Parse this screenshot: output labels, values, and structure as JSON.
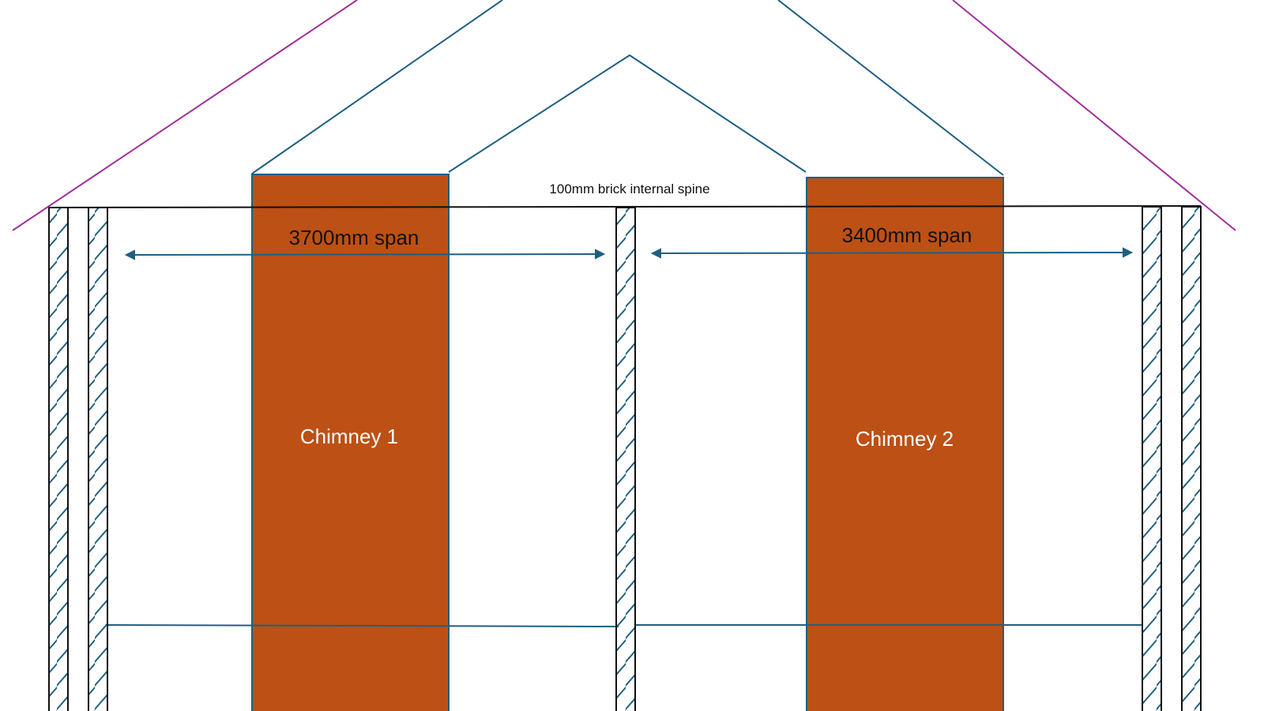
{
  "labels": {
    "spine": "100mm brick internal spine",
    "span_left": "3700mm span",
    "span_right": "3400mm span",
    "chimney_1": "Chimney 1",
    "chimney_2": "Chimney 2"
  },
  "colors": {
    "outer_roof": "#a0309a",
    "structure": "#1f5f80",
    "chimney_fill": "#bd5014",
    "wall_outline": "#111111",
    "background": "#ffffff"
  }
}
